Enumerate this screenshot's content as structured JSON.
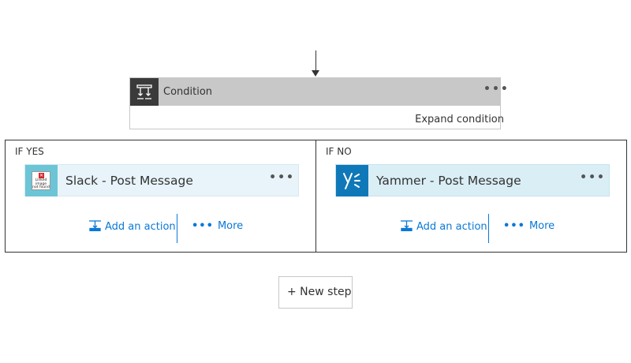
{
  "condition": {
    "title": "Condition",
    "more_glyph": "•••",
    "expand_label": "Expand condition",
    "icon": "condition-icon",
    "header_color": "#c8c8c8"
  },
  "branches": [
    {
      "label": "IF YES",
      "action": {
        "title": "Slack - Post Message",
        "icon": "slack-icon",
        "broken_image_text": "Linked image not found",
        "more_glyph": "•••",
        "icon_color": "#6cc5d6"
      },
      "add_action_label": "Add an action",
      "more_label": "More",
      "more_glyph": "•••"
    },
    {
      "label": "IF NO",
      "action": {
        "title": "Yammer - Post Message",
        "icon": "yammer-icon",
        "more_glyph": "•••",
        "icon_color": "#0f78b8"
      },
      "add_action_label": "Add an action",
      "more_label": "More",
      "more_glyph": "•••"
    }
  ],
  "new_step": {
    "label": "+ New step"
  },
  "colors": {
    "link": "#0a78d7",
    "text": "#333333"
  }
}
